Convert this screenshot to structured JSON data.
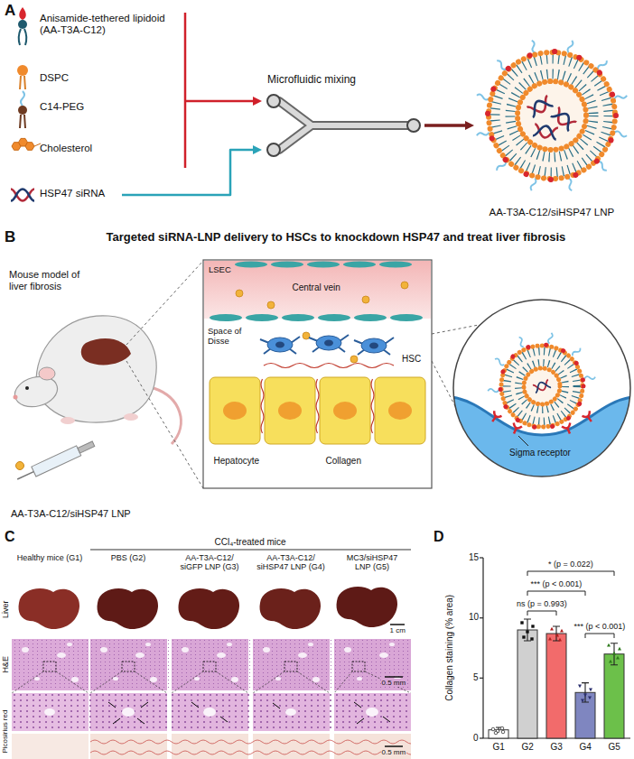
{
  "diagram": {
    "nodes": [
      {
        "text": [
          "Anisamide-tethered lipidoid (AA-T3A-C12)",
          "DSPC",
          "C14-PEG",
          "Cholesterol"
        ]
      },
      {
        "text": [
          "HSP47 siRNA"
        ]
      },
      {
        "text": [
          "Microfluidic mixing"
        ]
      },
      {
        "text": [
          "AA-T3A-C12/siHSP47 LNP"
        ]
      }
    ],
    "edges": [
      {
        "from": 0,
        "to": 2,
        "arrow": "to"
      },
      {
        "from": 1,
        "to": 2,
        "arrow": "to"
      },
      {
        "from": 2,
        "to": 3,
        "arrow": "to"
      }
    ],
    "labels": [
      "A",
      "B",
      "Targeted siRNA-LNP delivery to HSCs to knockdown HSP47 and treat liver fibrosis",
      "Mouse model of liver fibrosis",
      "AA-T3A-C12/siHSP47 LNP",
      "LSEC",
      "Central vein",
      "Space of Disse",
      "HSC",
      "Hepatocyte",
      "Collagen",
      "Sigma receptor",
      "C",
      "CCl₄-treated mice",
      "Healthy mice (G1)",
      "PBS (G2)",
      "AA-T3A-C12/ siGFP LNP (G3)",
      "AA-T3A-C12/ siHSP47 LNP (G4)",
      "MC3/siHSP47 LNP (G5)",
      "Liver",
      "H&E",
      "Picosirius red",
      "1 cm",
      "0.5 mm",
      "0.5 mm",
      "D",
      "Collagen staining (% area)",
      "0",
      "5",
      "10",
      "15",
      "G1",
      "G2",
      "G3",
      "G4",
      "G5",
      "* (p = 0.022)",
      "*** (p < 0.001)",
      "ns (p = 0.993)",
      "*** (p < 0.001)"
    ]
  }
}
